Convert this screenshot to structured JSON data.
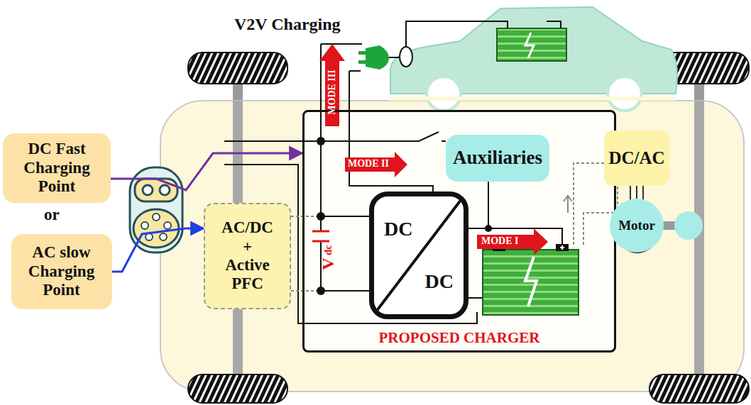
{
  "diagram": {
    "nodes": [
      {
        "text": [
          "DC Fast Charging Point"
        ]
      },
      {
        "text": [
          "AC slow Charging Point"
        ]
      },
      {
        "text": [
          "AC/DC + Active PFC"
        ]
      },
      {
        "text": [
          "PROPOSED CHARGER"
        ]
      },
      {
        "text": [
          "Auxiliaries"
        ],
        "in": 3
      },
      {
        "text": [
          "DC",
          "DC"
        ],
        "in": 3
      },
      {
        "text": [
          "DC/AC"
        ]
      },
      {
        "text": [
          "Motor"
        ]
      }
    ],
    "edges": [
      {
        "from": 0,
        "to": 3,
        "arrow": "to"
      },
      {
        "from": 1,
        "to": 2,
        "arrow": "to"
      },
      {
        "from": 6,
        "to": 7,
        "arrow": "none"
      }
    ],
    "labels": [
      "V2V Charging",
      "or",
      "MODE III",
      "MODE II",
      "MODE I",
      "V",
      "dc"
    ]
  }
}
